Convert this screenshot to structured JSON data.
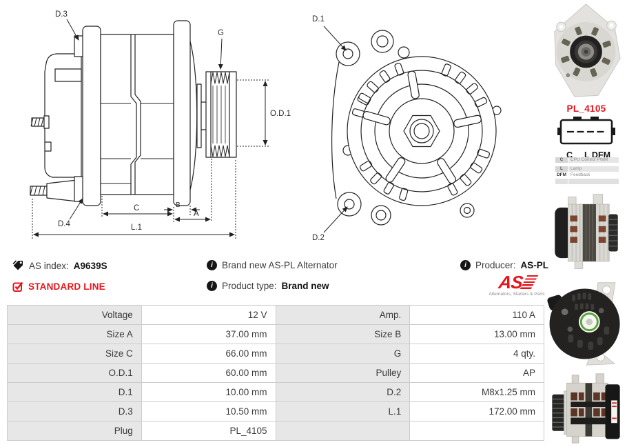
{
  "colors": {
    "accent_red": "#e8141c",
    "table_label_bg": "#e7e7e7",
    "table_border": "#cccccc"
  },
  "icons": {
    "as_index": "tag-icon",
    "info": "info-circle-icon",
    "standard_line": "checked-box-icon"
  },
  "diagram": {
    "side": {
      "d3": "D.3",
      "g": "G",
      "od1": "O.D.1",
      "d4": "D.4",
      "c": "C",
      "b": "B",
      "a": "A",
      "l1": "L.1"
    },
    "front": {
      "d1": "D.1",
      "d2": "D.2"
    }
  },
  "connector": {
    "title": "PL_4105",
    "pin_left": "C",
    "pin_right": "L DFM",
    "legend": [
      {
        "pin": "C",
        "desc": "CPU Control PWM"
      },
      {
        "pin": "L",
        "desc": "Lamp"
      },
      {
        "pin": "DFM",
        "desc": "Feedback"
      }
    ]
  },
  "info": {
    "as_index_label": "AS index:",
    "as_index_value": "A9639S",
    "standard_line": "STANDARD LINE",
    "brand_new": "Brand new AS-PL Alternator",
    "product_type_label": "Product type:",
    "product_type_value": "Brand new",
    "producer_label": "Producer:",
    "producer_value": "AS-PL",
    "logo_text": "AS",
    "logo_sub": "Alternators, Starters & Parts"
  },
  "table": {
    "rows": [
      {
        "label_left": "Voltage",
        "value_left": "12 V",
        "label_right": "Amp.",
        "value_right": "110 A"
      },
      {
        "label_left": "Size A",
        "value_left": "37.00 mm",
        "label_right": "Size B",
        "value_right": "13.00 mm"
      },
      {
        "label_left": "Size C",
        "value_left": "66.00 mm",
        "label_right": "G",
        "value_right": "4 qty."
      },
      {
        "label_left": "O.D.1",
        "value_left": "60.00 mm",
        "label_right": "Pulley",
        "value_right": "AP"
      },
      {
        "label_left": "D.1",
        "value_left": "10.00 mm",
        "label_right": "D.2",
        "value_right": "M8x1.25 mm"
      },
      {
        "label_left": "D.3",
        "value_left": "10.50 mm",
        "label_right": "L.1",
        "value_right": "172.00 mm"
      },
      {
        "label_left": "Plug",
        "value_left": "PL_4105",
        "label_right": "",
        "value_right": ""
      }
    ]
  }
}
